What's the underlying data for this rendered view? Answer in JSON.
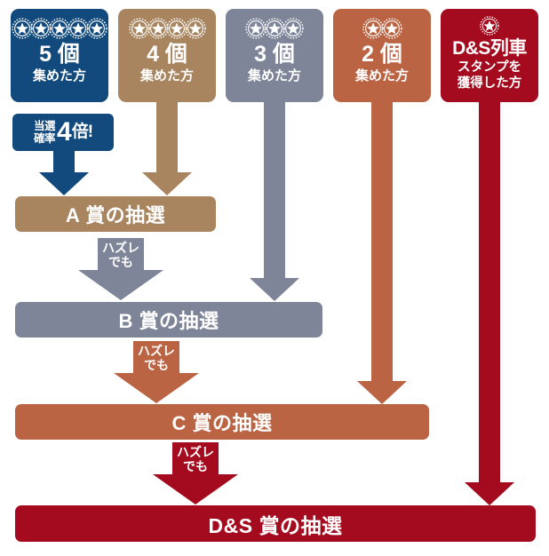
{
  "colors": {
    "blue": "#124A7D",
    "brown": "#A9855F",
    "gray": "#7E8599",
    "orange": "#BB6443",
    "red": "#A50B1E",
    "white": "#FFFFFF",
    "background": "#FFFFFF"
  },
  "cards": [
    {
      "id": "card-5",
      "stamps": 5,
      "count_text": "5 個",
      "sub_text": "集めた方",
      "color": "#124A7D",
      "icon": "star-coin-icon"
    },
    {
      "id": "card-4",
      "stamps": 4,
      "count_text": "4 個",
      "sub_text": "集めた方",
      "color": "#A9855F",
      "icon": "star-coin-icon"
    },
    {
      "id": "card-3",
      "stamps": 3,
      "count_text": "3 個",
      "sub_text": "集めた方",
      "color": "#7E8599",
      "icon": "star-coin-icon"
    },
    {
      "id": "card-2",
      "stamps": 2,
      "count_text": "2 個",
      "sub_text": "集めた方",
      "color": "#BB6443",
      "icon": "star-coin-icon"
    },
    {
      "id": "card-ds",
      "stamps": 1,
      "title_main": "D&S列車",
      "title_sub1": "スタンプを",
      "title_sub2": "獲得した方",
      "color": "#A50B1E",
      "icon": "star-coin-icon"
    }
  ],
  "badge": {
    "line1": "当選",
    "line2": "確率",
    "big": "4",
    "tail": "倍!",
    "color": "#124A7D"
  },
  "loss_labels": {
    "after_a": "ハズレ\nでも",
    "after_a_line1": "ハズレ",
    "after_a_line2": "でも",
    "after_b_line1": "ハズレ",
    "after_b_line2": "でも",
    "after_c_line1": "ハズレ",
    "after_c_line2": "でも"
  },
  "prizes": [
    {
      "id": "prize-a",
      "label": "A 賞の抽選",
      "color": "#A9855F"
    },
    {
      "id": "prize-b",
      "label": "B 賞の抽選",
      "color": "#7E8599"
    },
    {
      "id": "prize-c",
      "label": "C 賞の抽選",
      "color": "#BB6443"
    },
    {
      "id": "prize-ds",
      "label": "D&S 賞の抽選",
      "color": "#A50B1E"
    }
  ],
  "flow": {
    "description": "スタンプ獲得数に応じた抽選フロー図",
    "arrows": [
      {
        "from": "card-5",
        "to": "prize-a",
        "color": "#124A7D"
      },
      {
        "from": "card-4",
        "to": "prize-a",
        "color": "#A9855F"
      },
      {
        "from": "card-3",
        "to": "prize-b",
        "color": "#7E8599"
      },
      {
        "from": "card-2",
        "to": "prize-c",
        "color": "#BB6443"
      },
      {
        "from": "card-ds",
        "to": "prize-ds",
        "color": "#A50B1E"
      },
      {
        "from": "prize-a",
        "to": "prize-b",
        "color": "#7E8599",
        "label": "ハズレでも"
      },
      {
        "from": "prize-b",
        "to": "prize-c",
        "color": "#BB6443",
        "label": "ハズレでも"
      },
      {
        "from": "prize-c",
        "to": "prize-ds",
        "color": "#A50B1E",
        "label": "ハズレでも"
      }
    ]
  }
}
